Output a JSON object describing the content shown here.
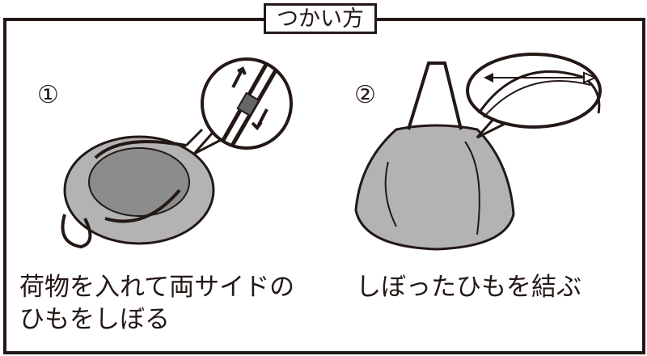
{
  "title": "つかい方",
  "steps": [
    {
      "number": "①",
      "caption_line1": "荷物を入れて両サイドの",
      "caption_line2": "ひもをしぼる"
    },
    {
      "number": "②",
      "caption_line1": "しぼったひもを結ぶ"
    }
  ],
  "colors": {
    "ink": "#231815",
    "bag": "#b3b3b3",
    "bag_dark": "#8c8c8c"
  }
}
